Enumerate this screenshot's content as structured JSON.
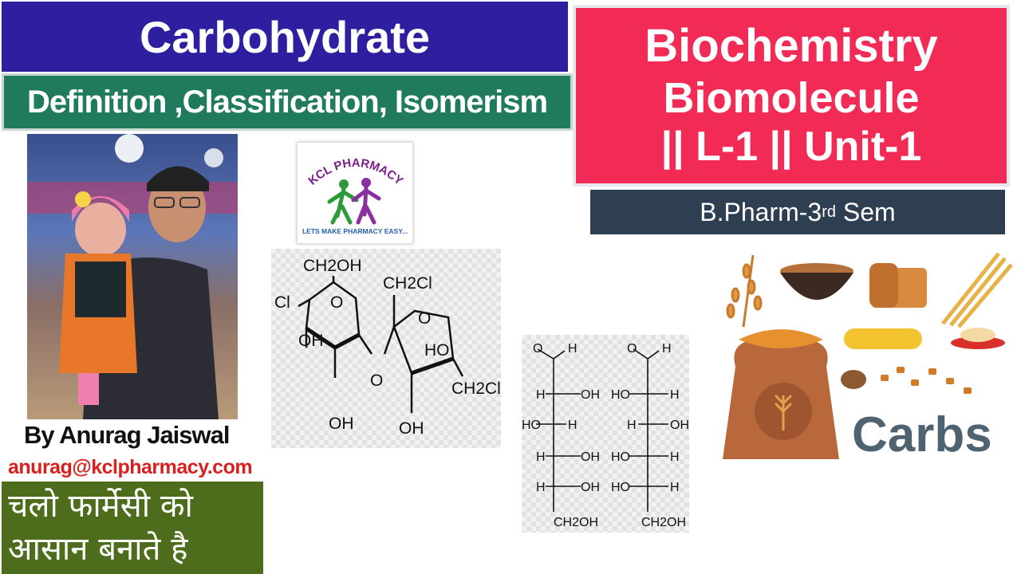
{
  "header": {
    "title": "Carbohydrate",
    "subtitle": "Definition ,Classification, Isomerism"
  },
  "course": {
    "line1": "Biochemistry",
    "line2": "Biomolecule",
    "line3": "|| L-1 || Unit-1",
    "semester_prefix": "B.Pharm-3",
    "semester_sup": "rd",
    "semester_suffix": " Sem"
  },
  "author": {
    "name": "By Anurag Jaiswal",
    "email": "anurag@kclpharmacy.com"
  },
  "slogan": {
    "line1": "चलो फार्मेसी को",
    "line2": "आसान बनाते है"
  },
  "logo": {
    "name": "KCL PHARMACY",
    "tagline": "LETS MAKE PHARMACY EASY..."
  },
  "sucralose": {
    "ch2oh": "CH2OH",
    "ch2cl_top": "CH2Cl",
    "ch2cl_right": "CH2Cl",
    "cl": "Cl",
    "o": "O",
    "oh": "OH",
    "ho": "HO"
  },
  "fischer": {
    "o": "O",
    "h": "H",
    "oh": "OH",
    "ho": "HO",
    "ch2oh": "CH2OH"
  },
  "illustration": {
    "label": "Carbs",
    "colors": {
      "orange": "#e2872f",
      "brown": "#7a4a25",
      "gray_text": "#4f6270"
    }
  },
  "colors": {
    "title_bg": "#2e1fa0",
    "subtitle_bg": "#207a5e",
    "course_bg": "#f22a56",
    "semester_bg": "#2f3f52",
    "slogan_bg": "#4d6d1c",
    "email": "#d8201e"
  }
}
